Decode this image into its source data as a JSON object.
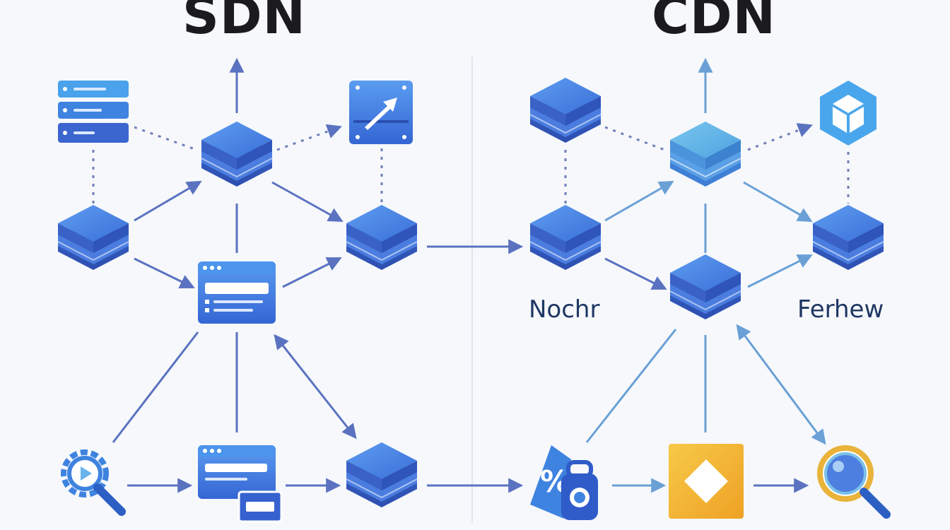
{
  "titles": {
    "left": "SDN",
    "right": "CDN"
  },
  "labels": {
    "left_node": "Nochr",
    "right_node": "Ferhew"
  },
  "colors": {
    "accent_blue": "#3f7bdc",
    "light_blue": "#5aaee8",
    "arrow": "#5a72c0",
    "dashed": "#6f7fb8",
    "yellow": "#f3b532"
  }
}
